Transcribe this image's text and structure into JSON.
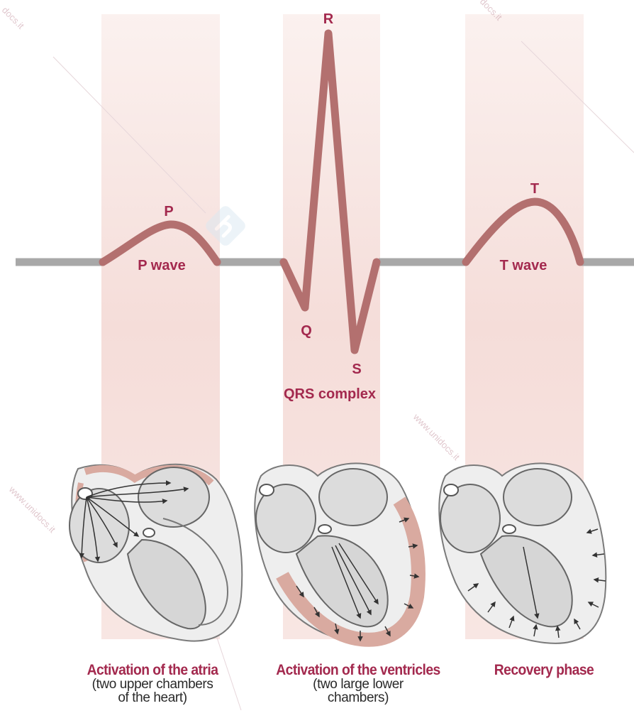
{
  "waves": {
    "p_peak": "P",
    "p_name": "P wave",
    "q_point": "Q",
    "r_peak": "R",
    "s_point": "S",
    "qrs_name": "QRS complex",
    "t_peak": "T",
    "t_name": "T wave"
  },
  "captions": {
    "atria": {
      "title": "Activation of the atria",
      "sub1": "(two upper chambers",
      "sub2": "of the heart)"
    },
    "ventricles": {
      "title": "Activation of the ventricles",
      "sub1": "(two large lower",
      "sub2": "chambers)"
    },
    "recovery": {
      "title": "Recovery phase"
    }
  },
  "watermarks": [
    "docs.it",
    "www.unidocs.it",
    "docs.it",
    "www.unidocs.it"
  ],
  "colors": {
    "trace": "#b3706f",
    "label": "#a3294e",
    "band": "#f6e3e0",
    "baseline": "#a8a8a8",
    "heart_fill": "#dcdcdc",
    "activation": "#d9aaa0"
  }
}
